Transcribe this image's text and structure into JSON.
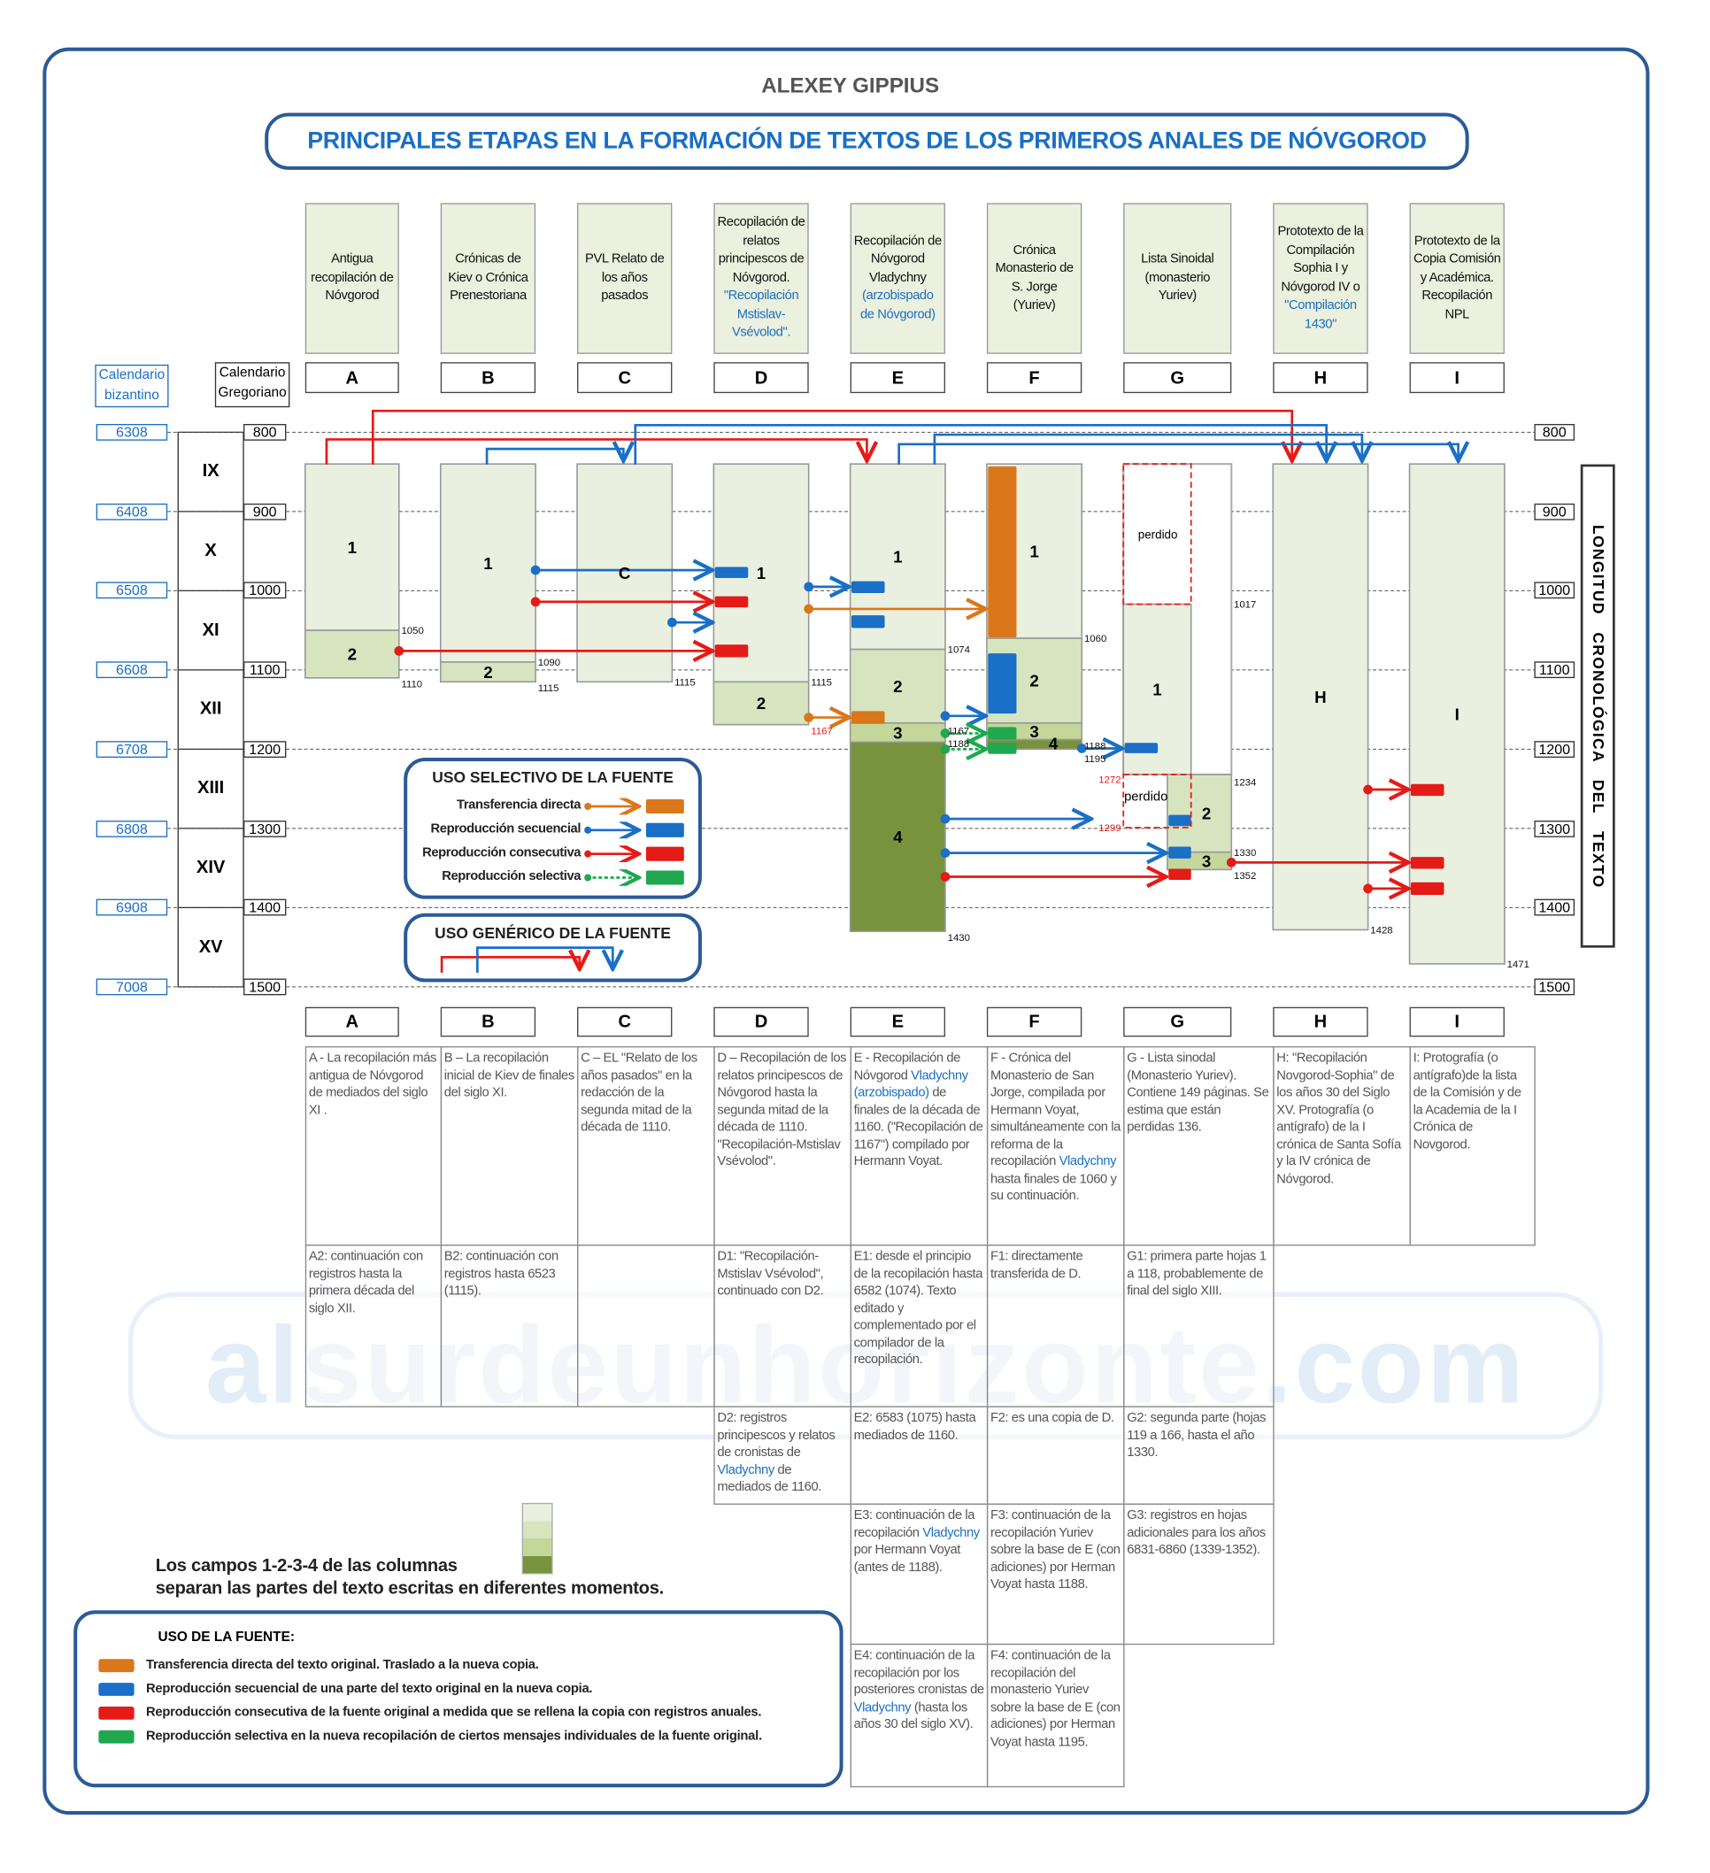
{
  "header": {
    "author": "ALEXEY GIPPIUS",
    "title": "PRINCIPALES ETAPAS EN LA FORMACIÓN DE TEXTOS DE LOS PRIMEROS ANALES DE NÓVGOROD"
  },
  "calendar": {
    "byzantine_label": "Calendario bizantino",
    "gregorian_label": "Calendario Gregoriano",
    "byzantine_years": [
      "6308",
      "6408",
      "6508",
      "6608",
      "6708",
      "6808",
      "6908",
      "7008"
    ],
    "gregorian_years": [
      "800",
      "900",
      "1000",
      "1100",
      "1200",
      "1300",
      "1400",
      "1500"
    ],
    "centuries": [
      "IX",
      "X",
      "XI",
      "XII",
      "XIII",
      "XIV",
      "XV"
    ],
    "length_label": "LONGITUD CRONOLÓGICA DEL TEXTO"
  },
  "colors": {
    "direct": "#d9771a",
    "sequential": "#1a6fc7",
    "consecutive": "#e41b17",
    "selective": "#1fa84f",
    "shade1": "#e9f0df",
    "shade2": "#d7e4c0",
    "shade3": "#c4d79b",
    "shade4": "#77933c"
  },
  "columns": [
    {
      "id": "A",
      "header": [
        {
          "t": "Antigua recopilación de Nóvgorod"
        }
      ],
      "segments": [
        {
          "from": 840,
          "to": 1050,
          "label": "1",
          "shade": 1
        },
        {
          "from": 1050,
          "to": 1110,
          "label": "2",
          "shade": 2
        }
      ],
      "year_labels": [
        {
          "year": 1050,
          "text": "1050"
        },
        {
          "year": 1110,
          "text": "1110"
        }
      ]
    },
    {
      "id": "B",
      "header": [
        {
          "t": "Crónicas de Kiev o Crónica Prenestoriana"
        }
      ],
      "segments": [
        {
          "from": 840,
          "to": 1090,
          "label": "1",
          "shade": 1
        },
        {
          "from": 1090,
          "to": 1115,
          "label": "2",
          "shade": 2
        }
      ],
      "year_labels": [
        {
          "year": 1090,
          "text": "1090"
        },
        {
          "year": 1115,
          "text": "1115"
        }
      ]
    },
    {
      "id": "C",
      "header": [
        {
          "t": "PVL Relato de los años pasados"
        }
      ],
      "segments": [
        {
          "from": 840,
          "to": 1115,
          "label": "C",
          "shade": 1
        }
      ],
      "year_labels": [
        {
          "year": 1115,
          "text": "1115"
        }
      ]
    },
    {
      "id": "D",
      "header": [
        {
          "t": "Recopilación de relatos principescos de Nóvgorod. "
        },
        {
          "t": "\"Recopilación Mstislav-Vsévolod\".",
          "blue": true
        }
      ],
      "segments": [
        {
          "from": 840,
          "to": 1115,
          "label": "1",
          "shade": 1
        },
        {
          "from": 1115,
          "to": 1169,
          "label": "2",
          "shade": 2
        }
      ],
      "year_labels": [
        {
          "year": 1115,
          "text": "1115"
        },
        {
          "year": 1169,
          "text": "1167",
          "red": true
        }
      ]
    },
    {
      "id": "E",
      "header": [
        {
          "t": "Recopilación de Nóvgorod Vladychny "
        },
        {
          "t": "(arzobispado de Nóvgorod)",
          "blue": true
        }
      ],
      "segments": [
        {
          "from": 840,
          "to": 1074,
          "label": "1",
          "shade": 1
        },
        {
          "from": 1074,
          "to": 1167,
          "label": "2",
          "shade": 2
        },
        {
          "from": 1167,
          "to": 1191,
          "label": "3",
          "shade": 3
        },
        {
          "from": 1191,
          "to": 1430,
          "label": "4",
          "shade": 4
        }
      ],
      "year_labels": [
        {
          "year": 1074,
          "text": "1074"
        },
        {
          "year": 1169,
          "text": "1167"
        },
        {
          "year": 1188,
          "text": "1188"
        },
        {
          "year": 1430,
          "text": "1430"
        }
      ]
    },
    {
      "id": "F",
      "header": [
        {
          "t": "Crónica Monasterio de S. Jorge (Yuriev)"
        }
      ],
      "segments": [
        {
          "from": 840,
          "to": 1060,
          "label": "1",
          "shade": 1
        },
        {
          "from": 1060,
          "to": 1167,
          "label": "2",
          "shade": 2
        },
        {
          "from": 1167,
          "to": 1188,
          "label": "3",
          "shade": 3
        },
        {
          "from": 1188,
          "to": 1200,
          "label": "4",
          "shade": 4
        }
      ],
      "year_labels": [
        {
          "year": 1060,
          "text": "1060"
        },
        {
          "year": 1188,
          "text": "1188"
        },
        {
          "year": 1201,
          "text": "1195"
        }
      ]
    },
    {
      "id": "G",
      "header": [
        {
          "t": "Lista Sinoidal (monasterio Yuriev)"
        }
      ],
      "segments": [
        {
          "from": 1017,
          "to": 1232,
          "label": "1",
          "shade": 1,
          "part": "left"
        },
        {
          "from": 1232,
          "to": 1330,
          "label": "2",
          "shade": 2,
          "part": "right"
        },
        {
          "from": 1330,
          "to": 1352,
          "label": "3",
          "shade": 3,
          "part": "right"
        }
      ],
      "lost": [
        {
          "from": 840,
          "to": 1017,
          "label": "perdido"
        },
        {
          "from": 1232,
          "to": 1299,
          "label": "perdido"
        }
      ],
      "year_labels": [
        {
          "year": 1017,
          "text": "1017"
        },
        {
          "year": 1234,
          "text": "1234"
        },
        {
          "year": 1330,
          "text": "1330"
        },
        {
          "year": 1352,
          "text": "1352"
        }
      ],
      "red_labels": [
        {
          "year": 1232,
          "text": "1272"
        },
        {
          "year": 1299,
          "text": "1299"
        }
      ]
    },
    {
      "id": "H",
      "header": [
        {
          "t": "Prototexto de la Compilación Sophia I y Nóvgorod IV o "
        },
        {
          "t": "\"Compilación 1430\"",
          "blue": true
        }
      ],
      "segments": [
        {
          "from": 840,
          "to": 1428,
          "label": "H",
          "shade": 1
        }
      ],
      "year_labels": [
        {
          "year": 1428,
          "text": "1428"
        }
      ]
    },
    {
      "id": "I",
      "header": [
        {
          "t": "Prototexto de la Copia Comisión y Académica. Recopilación NPL"
        }
      ],
      "segments": [
        {
          "from": 840,
          "to": 1471,
          "label": "I",
          "shade": 1
        }
      ],
      "year_labels": [
        {
          "year": 1471,
          "text": "1471"
        }
      ]
    }
  ],
  "blocks": [
    {
      "col": "D",
      "from": 970,
      "to": 984,
      "type": "sequential"
    },
    {
      "col": "D",
      "from": 1007,
      "to": 1021,
      "type": "consecutive"
    },
    {
      "col": "D",
      "from": 1068,
      "to": 1084,
      "type": "consecutive"
    },
    {
      "col": "E",
      "from": 988,
      "to": 1003,
      "type": "sequential"
    },
    {
      "col": "E",
      "from": 1031,
      "to": 1047,
      "type": "sequential"
    },
    {
      "col": "E",
      "from": 1152,
      "to": 1168,
      "type": "direct"
    },
    {
      "col": "F",
      "from": 843,
      "to": 1059,
      "type": "direct"
    },
    {
      "col": "F",
      "from": 1079,
      "to": 1155,
      "type": "sequential"
    },
    {
      "col": "F",
      "from": 1172,
      "to": 1188,
      "type": "selective"
    },
    {
      "col": "F",
      "from": 1192,
      "to": 1206,
      "type": "selective"
    },
    {
      "col": "G",
      "from": 1192,
      "to": 1205,
      "type": "sequential"
    },
    {
      "col": "G",
      "from": 1283,
      "to": 1297,
      "type": "sequential",
      "part": "right"
    },
    {
      "col": "G",
      "from": 1323,
      "to": 1338,
      "type": "sequential",
      "part": "right"
    },
    {
      "col": "G",
      "from": 1351,
      "to": 1365,
      "type": "consecutive",
      "part": "right"
    },
    {
      "col": "I",
      "from": 1244,
      "to": 1259,
      "type": "consecutive"
    },
    {
      "col": "I",
      "from": 1336,
      "to": 1351,
      "type": "consecutive"
    },
    {
      "col": "I",
      "from": 1368,
      "to": 1384,
      "type": "consecutive"
    }
  ],
  "transfers": [
    {
      "from": "B",
      "to": "D",
      "year": 974,
      "type": "sequential"
    },
    {
      "from": "B",
      "to": "D",
      "year": 1014,
      "type": "consecutive"
    },
    {
      "from": "C",
      "to": "D",
      "year": 1040,
      "type": "sequential"
    },
    {
      "from": "A",
      "to": "D",
      "year": 1076,
      "type": "consecutive"
    },
    {
      "from": "D",
      "to": "E",
      "year": 995,
      "type": "sequential"
    },
    {
      "from": "D",
      "to": "F",
      "year": 1023,
      "type": "direct"
    },
    {
      "from": "D",
      "to": "E",
      "year": 1160,
      "type": "direct"
    },
    {
      "from": "E",
      "to": "F",
      "year": 1158,
      "type": "sequential"
    },
    {
      "from": "E",
      "to": "F",
      "year": 1180,
      "type": "selective"
    },
    {
      "from": "E",
      "to": "F",
      "year": 1200,
      "type": "selective"
    },
    {
      "from": "F",
      "to": "G",
      "year": 1199,
      "type": "sequential"
    },
    {
      "from": "E",
      "to": "G",
      "year": 1288,
      "type": "sequential"
    },
    {
      "from": "E",
      "to": "G",
      "year": 1331,
      "type": "sequential"
    },
    {
      "from": "E",
      "to": "G",
      "year": 1361,
      "type": "consecutive"
    },
    {
      "from": "H",
      "to": "I",
      "year": 1251,
      "type": "consecutive"
    },
    {
      "from": "G",
      "to": "I",
      "year": 1343,
      "type": "consecutive"
    },
    {
      "from": "H",
      "to": "I",
      "year": 1376,
      "type": "consecutive"
    }
  ],
  "legend_selective": {
    "title": "USO SELECTIVO DE LA FUENTE",
    "items": [
      {
        "label": "Transferencia directa",
        "type": "direct"
      },
      {
        "label": "Reproducción secuencial",
        "type": "sequential"
      },
      {
        "label": "Reproducción consecutiva",
        "type": "consecutive"
      },
      {
        "label": "Reproducción selectiva",
        "type": "selective"
      }
    ]
  },
  "legend_generic": {
    "title": "USO GENÉRICO DE LA FUENTE"
  },
  "table": {
    "cells": [
      {
        "col": "A",
        "row": 0,
        "segs": [
          {
            "t": "A - La recopilación más antigua de Nóvgorod de mediados del siglo XI ."
          }
        ]
      },
      {
        "col": "B",
        "row": 0,
        "segs": [
          {
            "t": "B – La recopilación inicial de Kiev de finales del siglo XI."
          }
        ]
      },
      {
        "col": "C",
        "row": 0,
        "segs": [
          {
            "t": "C – EL \"Relato de los años pasados\" en la redacción de la segunda mitad de la década de 1110."
          }
        ]
      },
      {
        "col": "D",
        "row": 0,
        "segs": [
          {
            "t": "D – Recopilación de los relatos principescos de Nóvgorod hasta la segunda mitad de la década de 1110. \"Recopilación-Mstislav Vsévolod\"."
          }
        ]
      },
      {
        "col": "E",
        "row": 0,
        "segs": [
          {
            "t": "E - Recopilación de Nóvgorod "
          },
          {
            "t": "Vladychny (arzobispado)",
            "blue": true
          },
          {
            "t": " de finales de la década de 1160. (\"Recopilación de 1167\") compilado por Hermann Voyat."
          }
        ]
      },
      {
        "col": "F",
        "row": 0,
        "segs": [
          {
            "t": "F - Crónica del Monasterio de San Jorge, compilada por Hermann Voyat, simultáneamente con la reforma de la recopilación "
          },
          {
            "t": "Vladychny",
            "blue": true
          },
          {
            "t": "  hasta finales de 1060 y su continuación."
          }
        ]
      },
      {
        "col": "G",
        "row": 0,
        "segs": [
          {
            "t": "G - Lista sinodal (Monasterio Yuriev). Contiene 149 páginas. Se estima que están perdidas 136."
          }
        ]
      },
      {
        "col": "H",
        "row": 0,
        "segs": [
          {
            "t": "H: \"Recopilación Novgorod-Sophia\" de los años 30 del Siglo XV. Protografía (o antígrafo) de la I crónica de Santa Sofía y la IV crónica de Nóvgorod."
          }
        ]
      },
      {
        "col": "I",
        "row": 0,
        "segs": [
          {
            "t": "I: Protografía (o antígrafo)de la lista de la Comisión y de la Academia de la I Crónica de Novgorod."
          }
        ]
      },
      {
        "col": "A",
        "row": 1,
        "segs": [
          {
            "t": "A2: continuación con registros hasta la primera década del siglo XII."
          }
        ]
      },
      {
        "col": "B",
        "row": 1,
        "segs": [
          {
            "t": "B2: continuación con registros hasta 6523 (1115)."
          }
        ]
      },
      {
        "col": "D",
        "row": 1,
        "segs": [
          {
            "t": "D1: \"Recopilación-Mstislav Vsévolod\", continuado con D2."
          }
        ]
      },
      {
        "col": "E",
        "row": 1,
        "segs": [
          {
            "t": "E1: desde el principio de la recopilación hasta 6582 (1074). Texto editado y complementado por el compilador de la recopilación."
          }
        ]
      },
      {
        "col": "F",
        "row": 1,
        "segs": [
          {
            "t": "F1: directamente transferida de D."
          }
        ]
      },
      {
        "col": "G",
        "row": 1,
        "segs": [
          {
            "t": "G1: primera parte hojas  1 a 118, probablemente de final del siglo XIII."
          }
        ]
      },
      {
        "col": "D",
        "row": 2,
        "segs": [
          {
            "t": "D2: registros principescos y relatos de cronistas de "
          },
          {
            "t": "Vladychny",
            "blue": true
          },
          {
            "t": " de mediados de 1160."
          }
        ]
      },
      {
        "col": "E",
        "row": 2,
        "segs": [
          {
            "t": "E2: 6583 (1075) hasta mediados de 1160."
          }
        ]
      },
      {
        "col": "F",
        "row": 2,
        "segs": [
          {
            "t": "F2: es una copia de D."
          }
        ]
      },
      {
        "col": "G",
        "row": 2,
        "segs": [
          {
            "t": "G2: segunda parte (hojas 119 a 166, hasta el año 1330."
          }
        ]
      },
      {
        "col": "E",
        "row": 3,
        "segs": [
          {
            "t": "E3: continuación de la recopilación "
          },
          {
            "t": "Vladychny",
            "blue": true
          },
          {
            "t": "   por Hermann Voyat (antes de 1188)."
          }
        ]
      },
      {
        "col": "F",
        "row": 3,
        "segs": [
          {
            "t": "F3:  continuación de la recopilación Yuriev  sobre la base de E (con adiciones) por Herman Voyat hasta 1188."
          }
        ]
      },
      {
        "col": "G",
        "row": 3,
        "segs": [
          {
            "t": "G3: registros en hojas adicionales para los años 6831-6860 (1339-1352)."
          }
        ]
      },
      {
        "col": "E",
        "row": 4,
        "segs": [
          {
            "t": "E4: continuación de la recopilación por los posteriores cronistas de "
          },
          {
            "t": "Vladychny",
            "blue": true
          },
          {
            "t": " (hasta los años 30 del siglo XV)."
          }
        ]
      },
      {
        "col": "F",
        "row": 4,
        "segs": [
          {
            "t": "F4:  continuación de la recopilación del monasterio Yuriev sobre la base de E (con adiciones) por Herman Voyat hasta 1195."
          }
        ]
      }
    ]
  },
  "note": {
    "line1": "Los campos 1-2-3-4 de las columnas",
    "line2": "separan las partes del texto escritas en diferentes momentos."
  },
  "legend_bottom": {
    "title": "USO DE LA FUENTE:",
    "items": [
      {
        "label": "Transferencia directa del texto original. Traslado a la nueva copia.",
        "type": "direct"
      },
      {
        "label": "Reproducción secuencial de una parte del texto original en la nueva copia.",
        "type": "sequential"
      },
      {
        "label": "Reproducción consecutiva de la fuente original a medida que se rellena la copia con registros anuales.",
        "type": "consecutive"
      },
      {
        "label": "Reproducción selectiva en la nueva recopilación de ciertos mensajes individuales de la fuente original.",
        "type": "selective"
      }
    ]
  },
  "watermark": "alsurdeunhorizonte.com"
}
